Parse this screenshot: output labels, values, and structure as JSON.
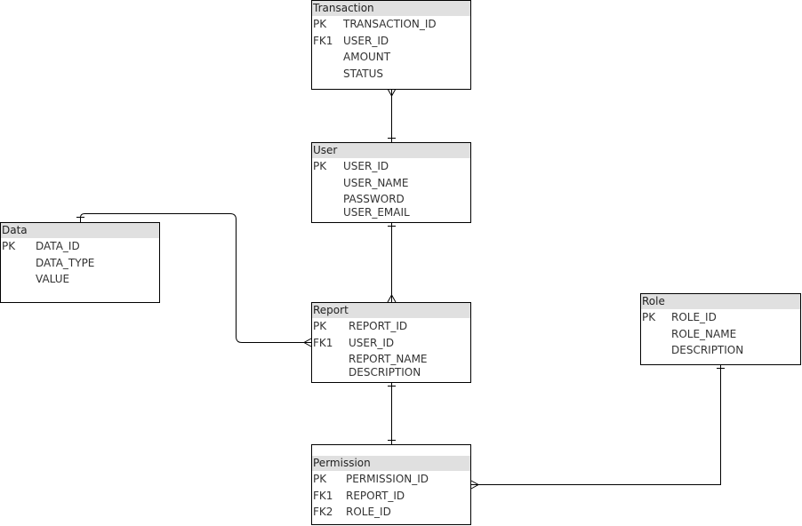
{
  "entities": {
    "transaction": {
      "title": "Transaction",
      "rows": [
        {
          "key": "PK",
          "field": "TRANSACTION_ID"
        },
        {
          "key": "FK1",
          "field": "USER_ID"
        },
        {
          "key": "",
          "field": "AMOUNT"
        },
        {
          "key": "",
          "field": "STATUS"
        }
      ]
    },
    "user": {
      "title": "User",
      "rows": [
        {
          "key": "PK",
          "field": "USER_ID"
        },
        {
          "key": "",
          "field": "USER_NAME"
        },
        {
          "key": "",
          "field": "PASSWORD"
        },
        {
          "key": "",
          "field": "USER_EMAIL"
        }
      ]
    },
    "data": {
      "title": "Data",
      "rows": [
        {
          "key": "PK",
          "field": "DATA_ID"
        },
        {
          "key": "",
          "field": "DATA_TYPE"
        },
        {
          "key": "",
          "field": "VALUE"
        }
      ]
    },
    "report": {
      "title": "Report",
      "rows": [
        {
          "key": "PK",
          "field": "REPORT_ID"
        },
        {
          "key": "FK1",
          "field": "USER_ID"
        },
        {
          "key": "",
          "field": "REPORT_NAME"
        },
        {
          "key": "",
          "field": "DESCRIPTION"
        }
      ]
    },
    "role": {
      "title": "Role",
      "rows": [
        {
          "key": "PK",
          "field": "ROLE_ID"
        },
        {
          "key": "",
          "field": "ROLE_NAME"
        },
        {
          "key": "",
          "field": "DESCRIPTION"
        }
      ]
    },
    "permission": {
      "title": "Permission",
      "rows": [
        {
          "key": "PK",
          "field": "PERMISSION_ID"
        },
        {
          "key": "FK1",
          "field": "REPORT_ID"
        },
        {
          "key": "FK2",
          "field": "ROLE_ID"
        }
      ]
    }
  },
  "relationships": [
    {
      "from": "User",
      "to": "Transaction",
      "type": "one-to-many"
    },
    {
      "from": "User",
      "to": "Report",
      "type": "one-to-many"
    },
    {
      "from": "Data",
      "to": "Report",
      "type": "one-to-many"
    },
    {
      "from": "Report",
      "to": "Permission",
      "type": "one-to-one"
    },
    {
      "from": "Role",
      "to": "Permission",
      "type": "one-to-many"
    }
  ]
}
